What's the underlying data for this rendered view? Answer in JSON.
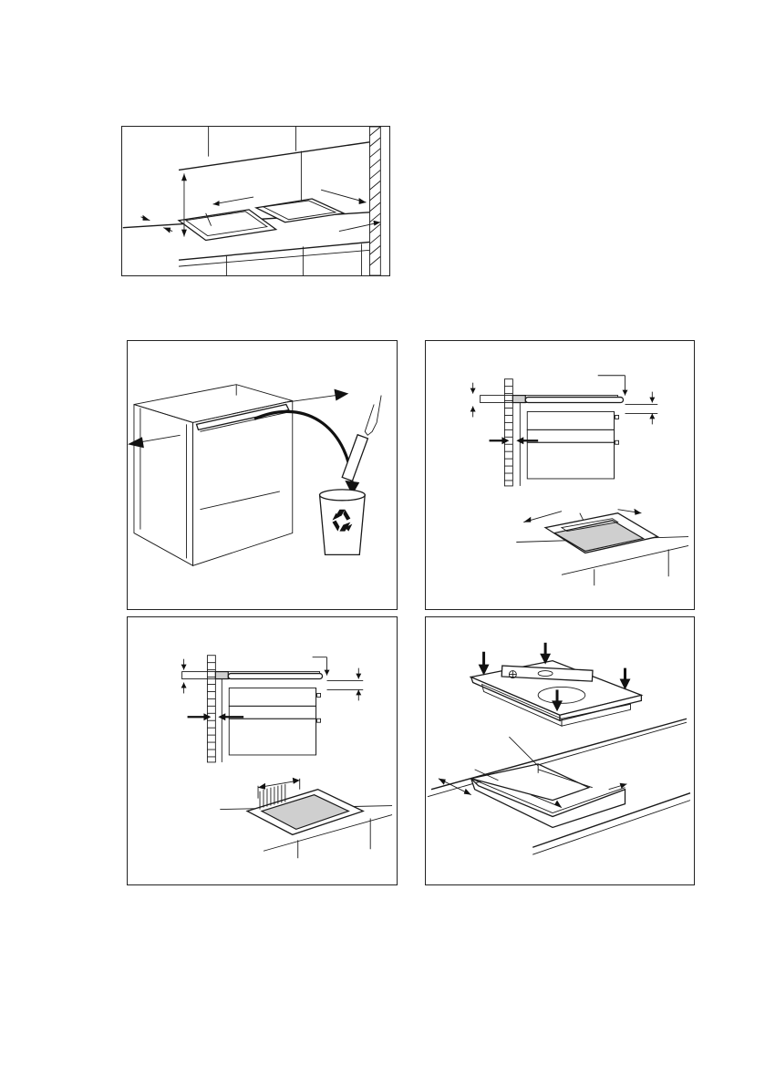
{
  "page": {
    "background": "#ffffff"
  },
  "figures": [
    {
      "id": "fig-dual-cutout-dimensions",
      "icon": "dimension-diagram"
    },
    {
      "id": "fig-remove-cabinet-crossbar",
      "icon": "recycle-icon"
    },
    {
      "id": "fig-clearance-wall-side-a",
      "icon": "dimension-diagram"
    },
    {
      "id": "fig-clearance-wall-side-b",
      "icon": "dimension-diagram"
    },
    {
      "id": "fig-place-hob-in-cutout",
      "icon": "spirit-level-icon"
    }
  ],
  "colors": {
    "line": "#1a1a1a",
    "seal_fill": "#cfcfcf"
  }
}
